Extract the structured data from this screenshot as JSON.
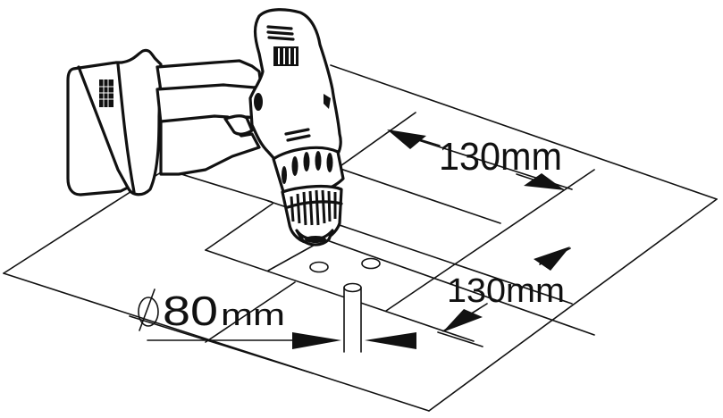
{
  "diagram": {
    "type": "technical-illustration",
    "subject": "cordless drill mounting template",
    "colors": {
      "line": "#111111",
      "background": "#ffffff"
    },
    "dimensions": {
      "top": {
        "label": "130mm"
      },
      "right": {
        "label": "130mm"
      },
      "diameter": {
        "symbol": "∅",
        "value": "80",
        "unit": "mm"
      }
    }
  }
}
